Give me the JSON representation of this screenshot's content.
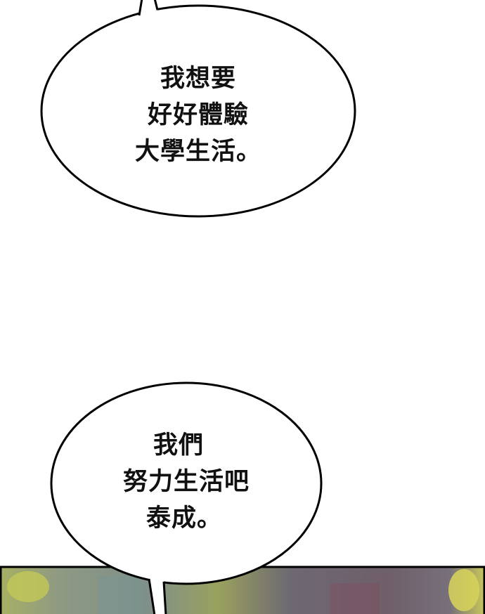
{
  "bubbles": [
    {
      "lines": [
        "我想要",
        "好好體驗",
        "大學生活。"
      ]
    },
    {
      "lines": [
        "我們",
        "努力生活吧",
        "泰成。"
      ]
    }
  ],
  "colors": {
    "outline": "#000000",
    "bubble_fill": "#ffffff",
    "panel_foliage": "#b8c25a",
    "panel_wall": "#6b6470"
  }
}
